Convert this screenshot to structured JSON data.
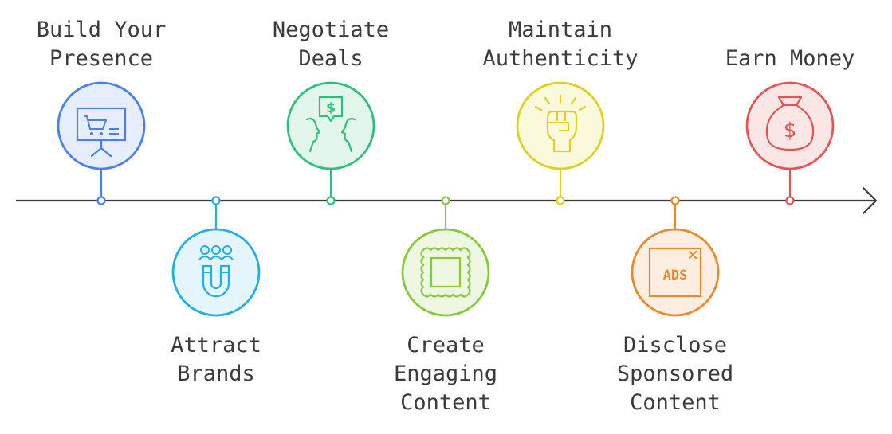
{
  "steps": [
    {
      "label": "Build Your\nPresence",
      "icon": "presentation-cart-icon",
      "color": "#4a80e8",
      "fill": "#e6eefc",
      "side": "top"
    },
    {
      "label": "Attract\nBrands",
      "icon": "magnet-people-icon",
      "color": "#21b0df",
      "fill": "#e4f5fb",
      "side": "bottom"
    },
    {
      "label": "Negotiate\nDeals",
      "icon": "negotiation-faces-icon",
      "color": "#2ec07a",
      "fill": "#e3f6ec",
      "side": "top"
    },
    {
      "label": "Create\nEngaging\nContent",
      "icon": "content-frame-icon",
      "color": "#87c93a",
      "fill": "#eef7e2",
      "side": "bottom"
    },
    {
      "label": "Maintain\nAuthenticity",
      "icon": "raised-fist-icon",
      "color": "#dcd21c",
      "fill": "#fbf9db",
      "side": "top"
    },
    {
      "label": "Disclose\nSponsored\nContent",
      "icon": "ads-icon",
      "color": "#e78a2c",
      "fill": "#fcefe1",
      "side": "bottom"
    },
    {
      "label": "Earn Money",
      "icon": "money-bag-icon",
      "color": "#e05656",
      "fill": "#fbe6e6",
      "side": "top"
    }
  ],
  "timeline": {
    "color": "#3a3a3a"
  },
  "icon_text": {
    "ads": "ADS",
    "dollar": "$"
  }
}
